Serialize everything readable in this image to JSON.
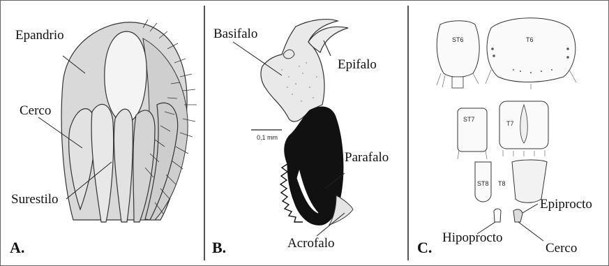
{
  "panels": {
    "a": {
      "letter": "A.",
      "labels": {
        "epandrio": "Epandrio",
        "cerco": "Cerco",
        "surestilo": "Surestilo"
      }
    },
    "b": {
      "letter": "B.",
      "labels": {
        "basifalo": "Basifalo",
        "epifalo": "Epifalo",
        "parafalo": "Parafalo",
        "acrofalo": "Acrofalo"
      },
      "scale": "0,1 mm"
    },
    "c": {
      "letter": "C.",
      "labels": {
        "st6": "ST6",
        "t6": "T6",
        "st7": "ST7",
        "t7": "T7",
        "st8": "ST8",
        "t8": "T8",
        "epiprocto": "Epiprocto",
        "hipoprocto": "Hipoprocto",
        "cerco": "Cerco"
      }
    }
  },
  "colors": {
    "outline": "#333333",
    "fill_light": "#d9d9d9",
    "fill_mid": "#c4c4c4",
    "fill_dark": "#111111"
  }
}
